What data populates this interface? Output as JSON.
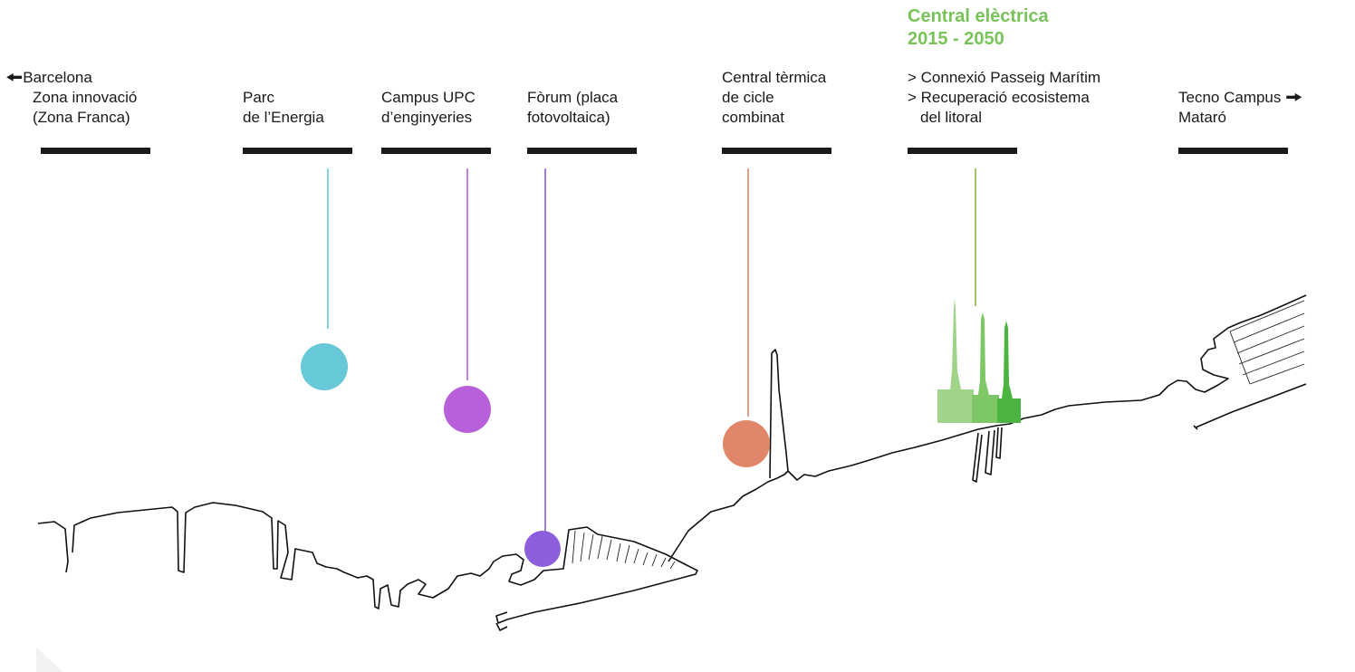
{
  "colors": {
    "energy": "#67c9d8",
    "upc": "#b760d9",
    "forum": "#8e5fdc",
    "thermal": "#e0866a",
    "electric": "#79c35b",
    "text": "#1a1a1a"
  },
  "labels": {
    "barcelona": {
      "line1": "Barcelona",
      "line2": "Zona innovació",
      "line3": "(Zona Franca)"
    },
    "energy_park": {
      "line1": "Parc",
      "line2": "de l’Energia"
    },
    "upc": {
      "line1": "Campus UPC",
      "line2": "d’enginyeries"
    },
    "forum": {
      "line1": "Fòrum (placa",
      "line2": "fotovoltaica)"
    },
    "thermal": {
      "line1": "Central tèrmica",
      "line2": "de cicle",
      "line3": "combinat"
    },
    "electric": {
      "title1": "Central elèctrica",
      "title2": "2015 - 2050",
      "item1": "> Connexió Passeig Marítim",
      "item2": "> Recuperació ecosistema",
      "item3": "del litoral"
    },
    "mataro": {
      "line1": "Tecno Campus",
      "line2": "Mataró"
    }
  },
  "icons": {
    "left_arrow": "arrow-left-icon",
    "right_arrow": "arrow-right-icon",
    "chimneys": "chimney-icon"
  }
}
